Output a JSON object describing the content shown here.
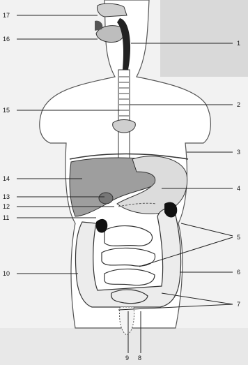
{
  "diagram": {
    "labels_left": [
      "17",
      "16",
      "15",
      "14",
      "13",
      "12",
      "11",
      "10"
    ],
    "labels_right": [
      "1",
      "2",
      "3",
      "4",
      "5",
      "6",
      "7"
    ],
    "labels_bottom": [
      "9",
      "8"
    ]
  }
}
